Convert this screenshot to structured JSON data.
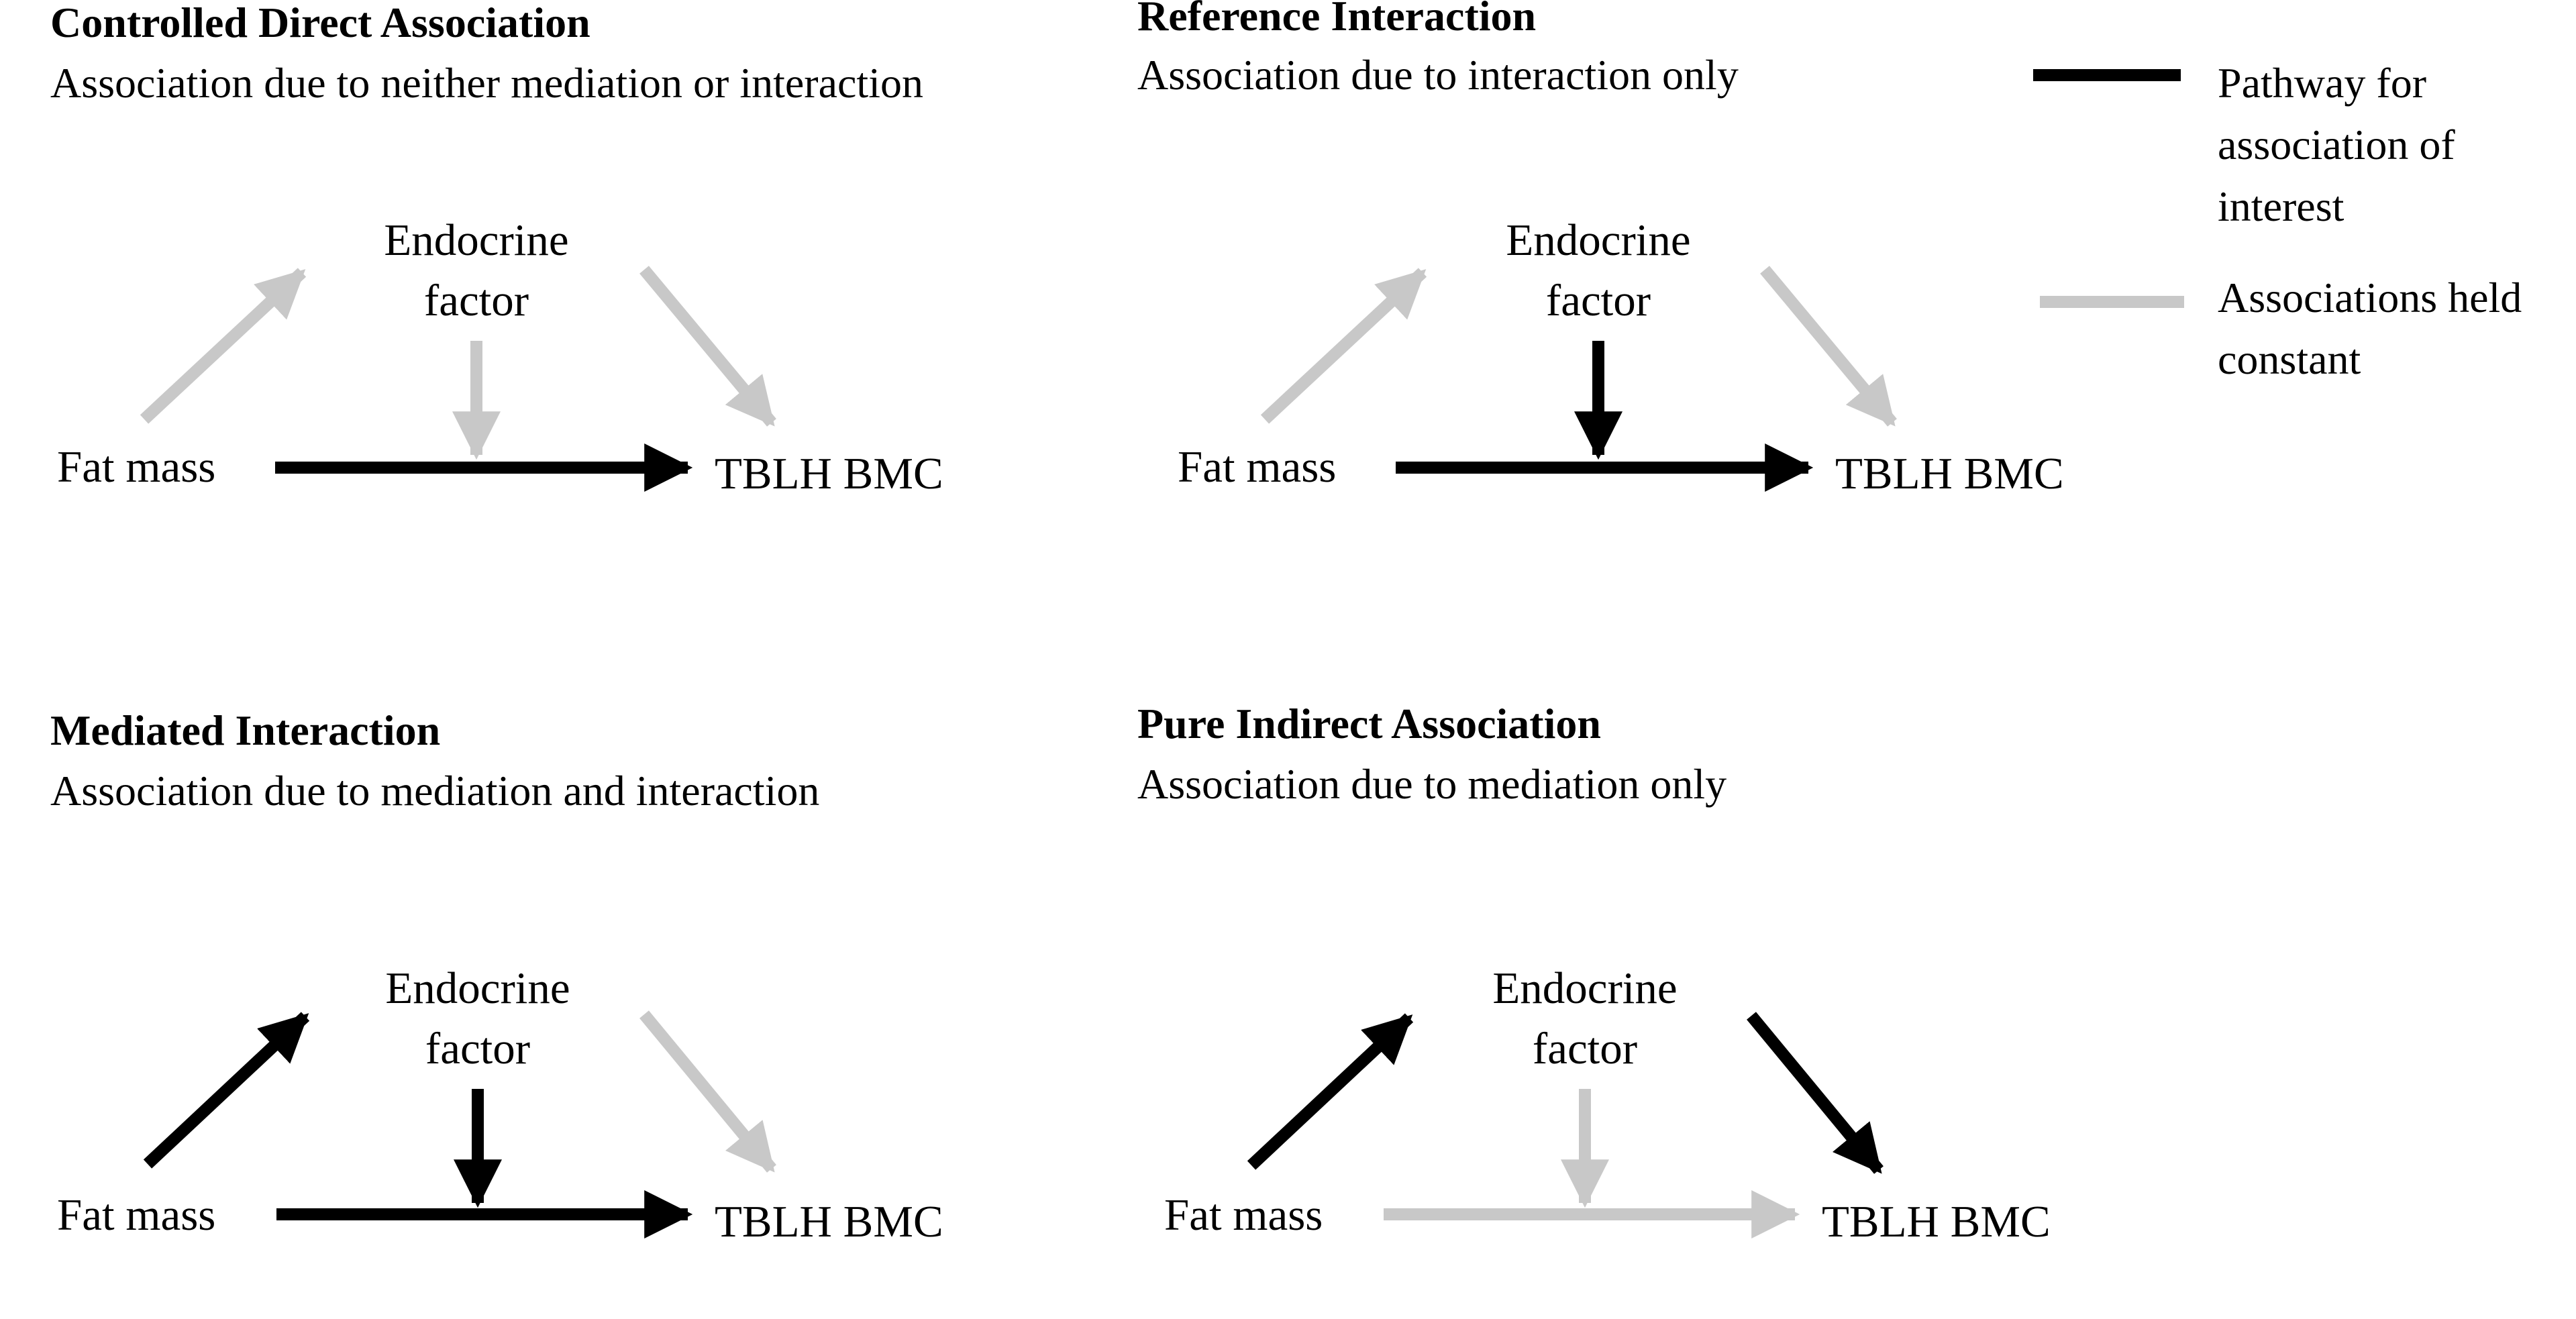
{
  "colors": {
    "highlight": "#000000",
    "muted": "#c8c8c8",
    "text": "#000000"
  },
  "nodes": {
    "exposure": "Fat mass",
    "mediator_line1": "Endocrine",
    "mediator_line2": "factor",
    "outcome": "TBLH BMC"
  },
  "legend": {
    "highlight": [
      "Pathway for",
      "association of",
      "interest"
    ],
    "muted": [
      "Associations held",
      "constant"
    ]
  },
  "panels": [
    {
      "title": "Controlled Direct Association",
      "subtitle": "Association due to neither mediation or interaction",
      "edges": {
        "exposure_to_mediator": "muted",
        "mediator_to_outcome": "muted",
        "mediator_to_path": "muted",
        "exposure_to_outcome": "highlight"
      }
    },
    {
      "title": "Reference Interaction",
      "subtitle": "Association due to interaction only",
      "edges": {
        "exposure_to_mediator": "muted",
        "mediator_to_outcome": "muted",
        "mediator_to_path": "highlight",
        "exposure_to_outcome": "highlight"
      }
    },
    {
      "title": "Mediated Interaction",
      "subtitle": "Association due to mediation and interaction",
      "edges": {
        "exposure_to_mediator": "highlight",
        "mediator_to_outcome": "muted",
        "mediator_to_path": "highlight",
        "exposure_to_outcome": "highlight"
      }
    },
    {
      "title": "Pure Indirect Association",
      "subtitle": "Association due to mediation only",
      "edges": {
        "exposure_to_mediator": "highlight",
        "mediator_to_outcome": "highlight",
        "mediator_to_path": "muted",
        "exposure_to_outcome": "muted"
      }
    }
  ]
}
